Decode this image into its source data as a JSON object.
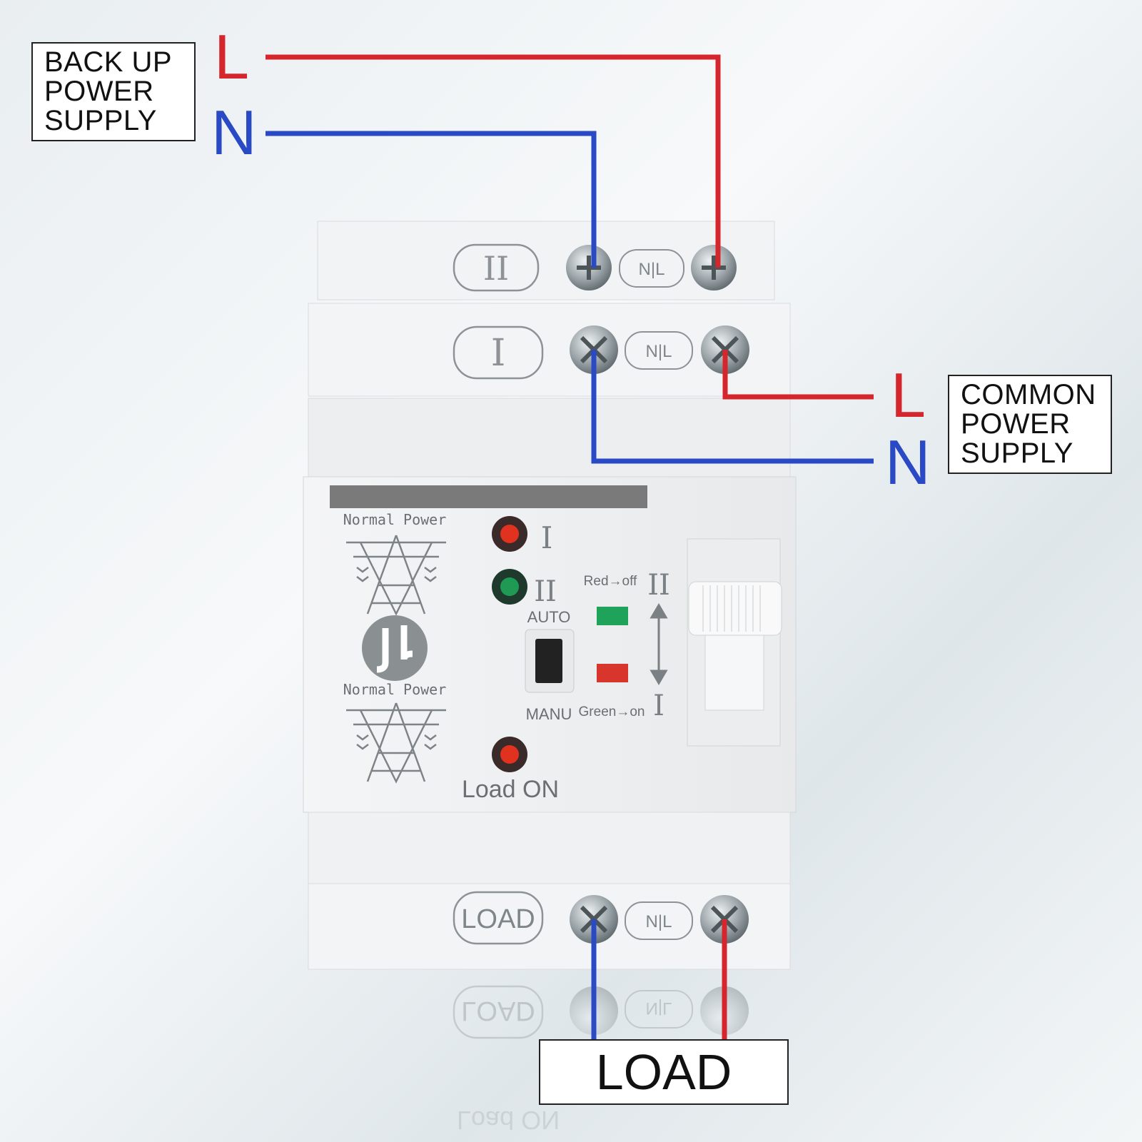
{
  "labels": {
    "backup": [
      "BACK UP",
      "POWER",
      "SUPPLY"
    ],
    "common": [
      "COMMON",
      "POWER",
      "SUPPLY"
    ],
    "load": "LOAD",
    "wire_l": "L",
    "wire_n": "N"
  },
  "device": {
    "terminal_top_label": "II",
    "terminal_mid_label": "I",
    "terminal_load_label": "LOAD",
    "terminal_nl": "N|L",
    "normal_power_1": "Normal Power",
    "normal_power_2": "Normal Power",
    "indicator_1": "I",
    "indicator_2": "II",
    "auto": "AUTO",
    "manu": "MANU",
    "red_off": "Red→off",
    "green_on": "Green→on",
    "switch_top": "II",
    "switch_bottom": "I",
    "load_on": "Load ON",
    "reflection_load": "LOAD",
    "reflection_nl": "N|L",
    "reflection_load_on": "Load ON"
  },
  "colors": {
    "line": "#d4262c",
    "neutral": "#2a49c4",
    "led_red": "#e0321f",
    "led_green": "#1f9a55",
    "window_green": "#1fa35a",
    "window_red": "#d8352c"
  }
}
